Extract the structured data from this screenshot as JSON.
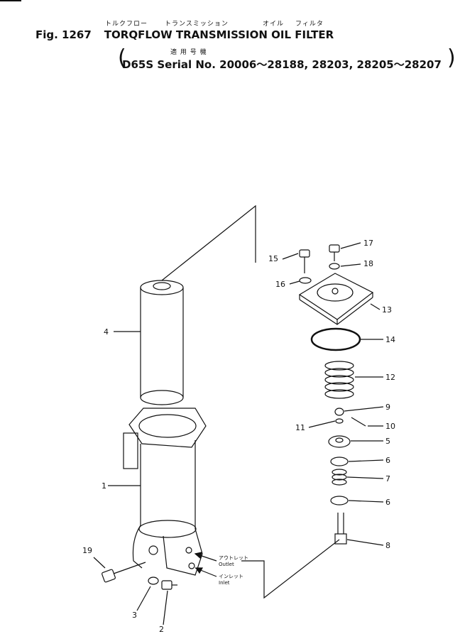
{
  "header": {
    "jp_title_1": "トルクフロー",
    "jp_title_2": "トランスミッション",
    "jp_title_3": "オイル",
    "jp_title_4": "フィルタ",
    "fig_label": "Fig. 1267",
    "title": "TORQFLOW TRANSMISSION OIL FILTER",
    "jp_applicable": "適 用 号 機",
    "serial": "D65S Serial No. 20006～28188, 28203, 28205～28207"
  },
  "callouts": [
    "1",
    "2",
    "3",
    "4",
    "5",
    "6",
    "6",
    "7",
    "8",
    "9",
    "10",
    "11",
    "12",
    "13",
    "14",
    "15",
    "16",
    "17",
    "18",
    "19"
  ],
  "ports": {
    "outlet_jp": "アウトレット",
    "outlet_en": "Outlet",
    "inlet_jp": "インレット",
    "inlet_en": "Inlet"
  }
}
